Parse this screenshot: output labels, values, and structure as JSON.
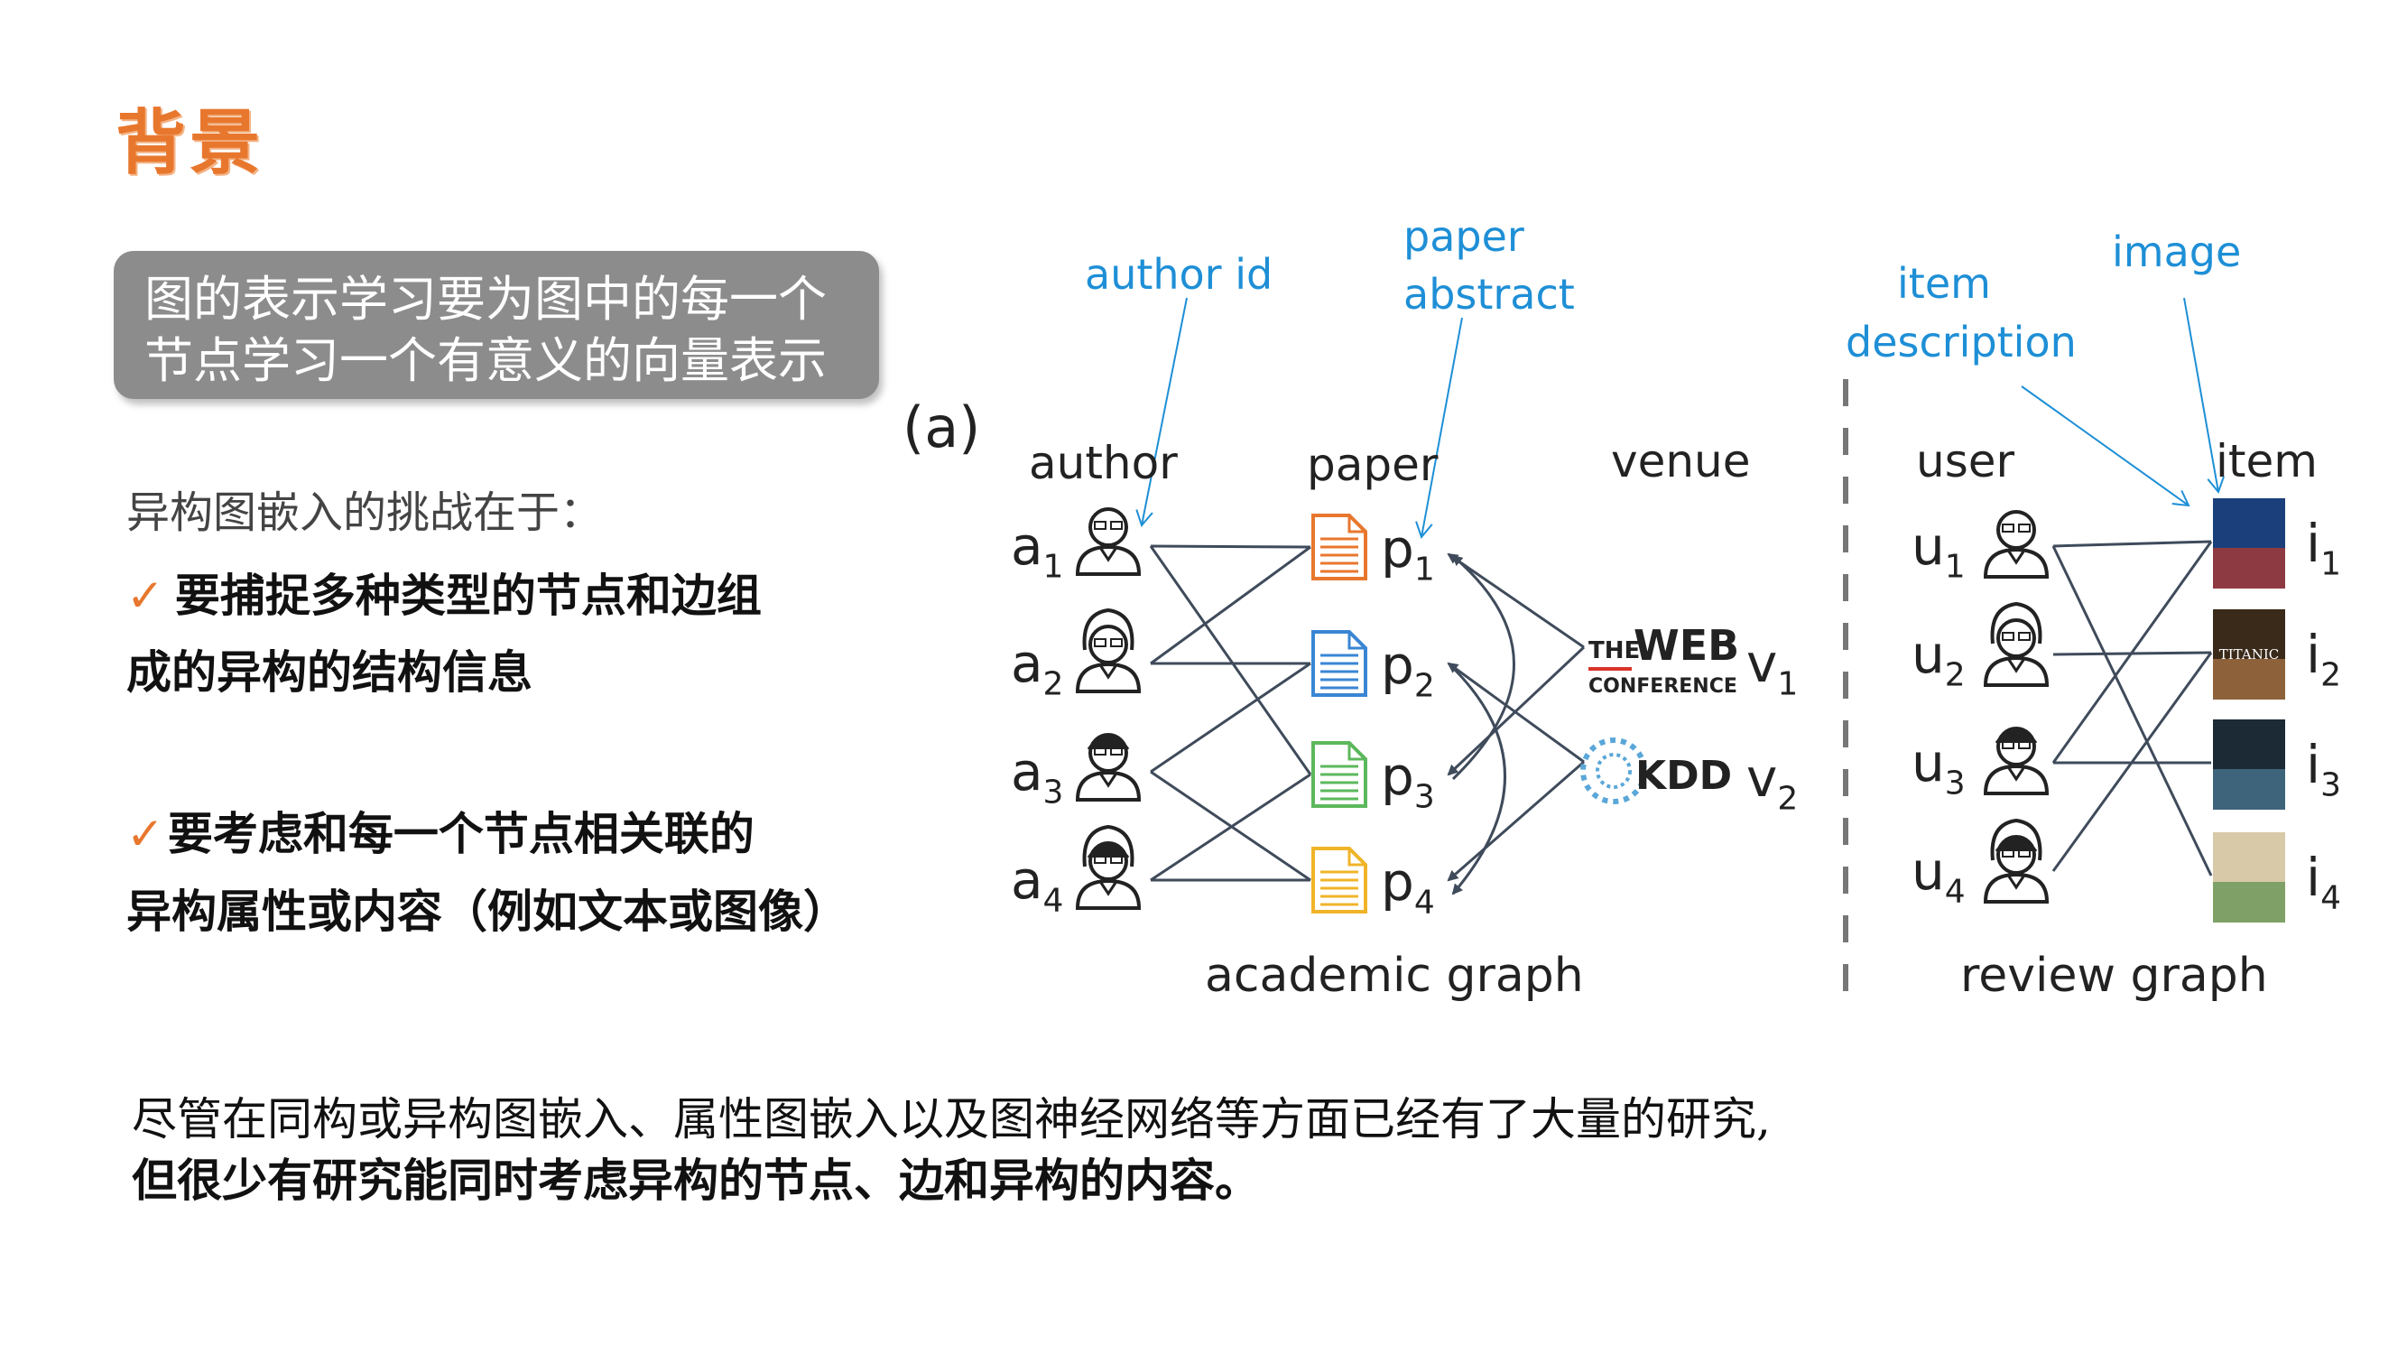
{
  "slide": {
    "title": "背景",
    "callout": {
      "line1": "图的表示学习要为图中的每一个",
      "line2": "节点学习一个有意义的向量表示"
    },
    "challenges": {
      "lead": "异构图嵌入的挑战在于：",
      "bullet1_line1": "要捕捉多种类型的节点和边组",
      "bullet1_line2": "成的异构的结构信息",
      "bullet2_line1": "要考虑和每一个节点相关联的",
      "bullet2_line2": "异构属性或内容（例如文本或图像）",
      "check_mark": "✓"
    },
    "bottom": {
      "line1": "尽管在同构或异构图嵌入、属性图嵌入以及图神经网络等方面已经有了大量的研究,",
      "line2": "但很少有研究能同时考虑异构的节点、边和异构的内容。"
    }
  },
  "figure": {
    "panel_label": "(a)",
    "annotations": {
      "author_id": "author id",
      "paper_line1": "paper",
      "paper_line2": "abstract",
      "item_line1": "item",
      "item_line2": "description",
      "image": "image"
    },
    "headers": {
      "author": "author",
      "paper": "paper",
      "venue": "venue",
      "user": "user",
      "item": "item"
    },
    "authors": [
      {
        "base": "a",
        "sub": "1"
      },
      {
        "base": "a",
        "sub": "2"
      },
      {
        "base": "a",
        "sub": "3"
      },
      {
        "base": "a",
        "sub": "4"
      }
    ],
    "papers": [
      {
        "base": "p",
        "sub": "1",
        "color": "#e8772e"
      },
      {
        "base": "p",
        "sub": "2",
        "color": "#3a86d4"
      },
      {
        "base": "p",
        "sub": "3",
        "color": "#5cb85c"
      },
      {
        "base": "p",
        "sub": "4",
        "color": "#f0b429"
      }
    ],
    "venues": [
      {
        "base": "v",
        "sub": "1",
        "logo_line1": "THE",
        "logo_line2": "WEB",
        "logo_line3": "CONFERENCE"
      },
      {
        "base": "v",
        "sub": "2",
        "logo_line1": "KDD"
      }
    ],
    "users": [
      {
        "base": "u",
        "sub": "1"
      },
      {
        "base": "u",
        "sub": "2"
      },
      {
        "base": "u",
        "sub": "3"
      },
      {
        "base": "u",
        "sub": "4"
      }
    ],
    "items": [
      {
        "base": "i",
        "sub": "1",
        "poster_text": ""
      },
      {
        "base": "i",
        "sub": "2",
        "poster_text": "TITANIC"
      },
      {
        "base": "i",
        "sub": "3",
        "poster_text": ""
      },
      {
        "base": "i",
        "sub": "4",
        "poster_text": ""
      }
    ],
    "captions": {
      "academic": "academic graph",
      "review": "review graph"
    },
    "edges": {
      "author_paper": [
        [
          1,
          1
        ],
        [
          1,
          3
        ],
        [
          2,
          2
        ],
        [
          2,
          1
        ],
        [
          3,
          2
        ],
        [
          3,
          4
        ],
        [
          4,
          3
        ],
        [
          4,
          4
        ]
      ],
      "paper_venue": [
        [
          1,
          1
        ],
        [
          3,
          1
        ],
        [
          2,
          2
        ],
        [
          4,
          2
        ]
      ],
      "paper_citations": [
        [
          3,
          1
        ],
        [
          2,
          4
        ]
      ],
      "user_item": [
        [
          1,
          1
        ],
        [
          1,
          4
        ],
        [
          2,
          2
        ],
        [
          3,
          3
        ],
        [
          3,
          1
        ],
        [
          4,
          2
        ]
      ]
    },
    "colors": {
      "edge": "#3f4b5b",
      "annotation": "#1e8fd6",
      "accent": "#e8772e"
    }
  }
}
